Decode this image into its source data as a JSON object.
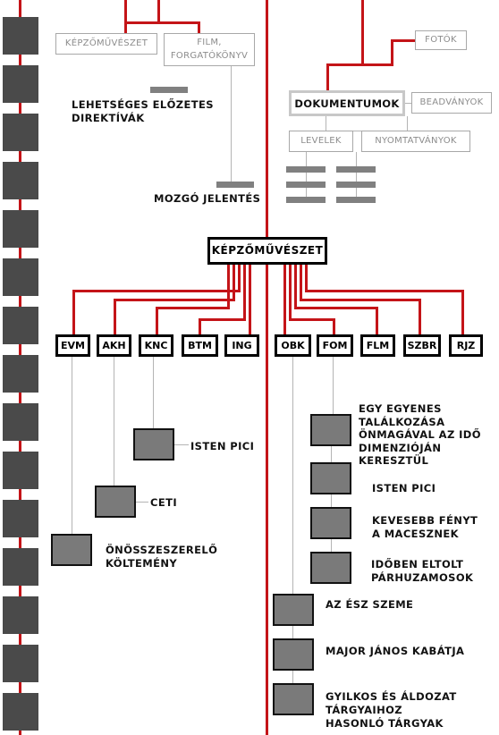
{
  "top_left": {
    "box1": "KÉPZŐMŰVÉSZET",
    "box2": "FILM, FORGATÓKÖNYV",
    "label_directives": "LEHETSÉGES ELŐZETES DIREKTÍVÁK",
    "label_report": "MOZGÓ JELENTÉS"
  },
  "top_right": {
    "photos": "FOTÓK",
    "documents": "DOKUMENTUMOK",
    "submissions": "BEADVÁNYOK",
    "letters": "LEVELEK",
    "prints": "NYOMTATVÁNYOK"
  },
  "center": "KÉPZŐMŰVÉSZET",
  "categories": [
    "EVM",
    "AKH",
    "KNC",
    "BTM",
    "ING",
    "OBK",
    "FOM",
    "FLM",
    "SZBR",
    "RJZ"
  ],
  "left_works": {
    "knc": "ISTEN PICI",
    "akh": "CETI",
    "evm": "ÖNÖSSZESZERELŐ KÖLTEMÉNY"
  },
  "right_works": {
    "fom1": "EGY EGYENES TALÁLKOZÁSA ÖNMAGÁVAL AZ IDŐ DIMENZIÓJÁN KERESZTÜL",
    "fom2": "ISTEN PICI",
    "fom3": "KEVESEBB FÉNYT A MACESZNEK",
    "fom4": "IDŐBEN ELTOLT PÁRHUZAMOSOK",
    "obk1": "AZ ÉSZ SZEME",
    "obk2": "MAJOR JÁNOS KABÁTJA",
    "obk3": "GYILKOS ÉS ÁLDOZAT TÁRGYAIHOZ HASONLÓ TÁRGYAK"
  }
}
